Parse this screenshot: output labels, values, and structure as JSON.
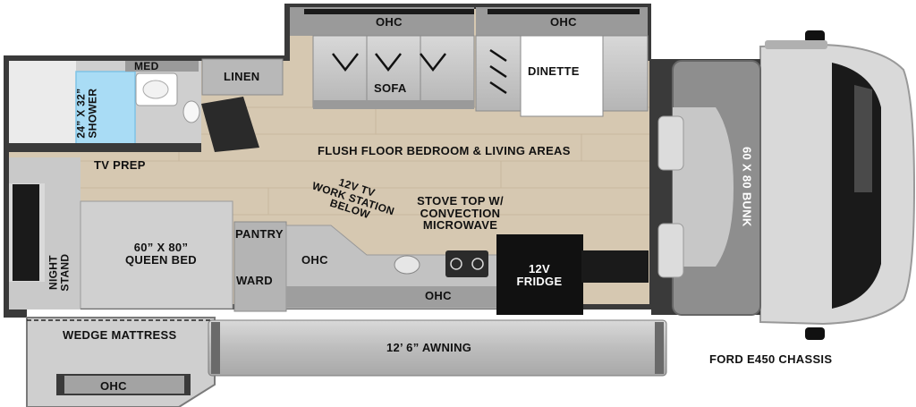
{
  "labels": {
    "ohc_sofa": "OHC",
    "ohc_dinette": "OHC",
    "med": "MED",
    "linen": "LINEN",
    "sofa": "SOFA",
    "dinette": "DINETTE",
    "shower_size": "24” X 32”",
    "shower": "SHOWER",
    "flush_floor": "FLUSH FLOOR BEDROOM & LIVING AREAS",
    "bunk": "60 X 80 BUNK",
    "tv_prep": "TV PREP",
    "workstation_1": "12V TV",
    "workstation_2": "WORK STATION",
    "workstation_3": "BELOW",
    "stove_1": "STOVE TOP W/",
    "stove_2": "CONVECTION",
    "stove_3": "MICROWAVE",
    "pantry": "PANTRY",
    "queen_bed_size": "60” X 80”",
    "queen_bed": "QUEEN BED",
    "night": "NIGHT",
    "stand": "STAND",
    "ohc_galley_left": "OHC",
    "ward": "WARD",
    "ohc_galley": "OHC",
    "fridge_1": "12V",
    "fridge_2": "FRIDGE",
    "wedge_mattress": "WEDGE MATTRESS",
    "awning": "12’ 6” AWNING",
    "ohc_wedge": "OHC",
    "chassis": "FORD E450 CHASSIS"
  },
  "colors": {
    "floor": "#d6c8b1",
    "wall": "#3a3a3a",
    "cabinet": "#bfbfbf",
    "cab_gray": "#8e8e8e",
    "shower": "#a9dcf5",
    "fridge": "#111111"
  }
}
